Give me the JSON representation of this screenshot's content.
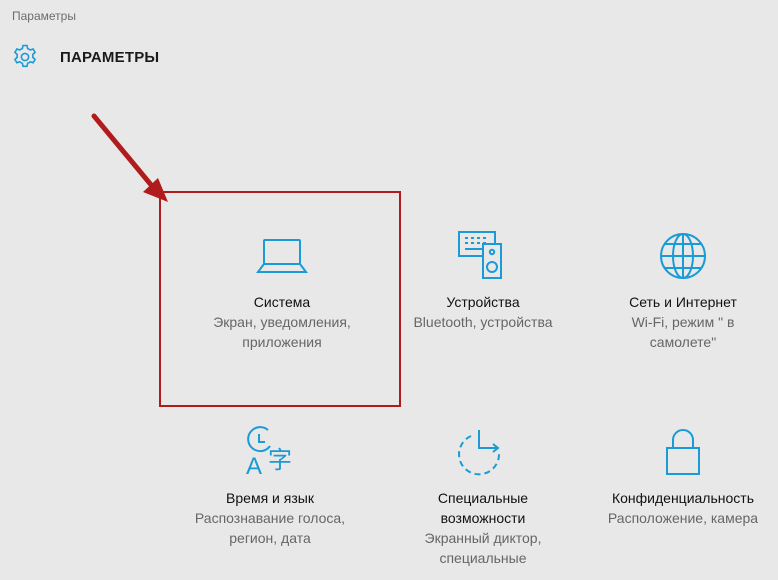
{
  "window": {
    "title": "Параметры"
  },
  "header": {
    "title": "ПАРАМЕТРЫ",
    "icon": "gear-icon"
  },
  "colors": {
    "accent": "#1a9bd6",
    "annotation": "#b01c1c",
    "background": "#e8e8e8"
  },
  "tiles": [
    {
      "name": "Система",
      "desc_line1": "Экран, уведомления,",
      "desc_line2": "приложения",
      "icon": "laptop-icon"
    },
    {
      "name": "Устройства",
      "desc_line1": "Bluetooth, устройства",
      "icon": "devices-icon"
    },
    {
      "name": "Сеть и Интернет",
      "desc_line1": "Wi-Fi, режим \" в",
      "desc_line2": "самолете\"",
      "icon": "globe-icon"
    },
    {
      "name": "Время и язык",
      "desc_line1": "Распознавание голоса,",
      "desc_line2": "регион, дата",
      "icon": "time-language-icon",
      "icon_glyph_a": "A",
      "icon_glyph_zi": "字"
    },
    {
      "name_line1": "Специальные",
      "name_line2": "возможности",
      "desc_line1": "Экранный диктор,",
      "desc_line2": "специальные",
      "icon": "ease-of-access-icon"
    },
    {
      "name": "Конфиденциальность",
      "desc_line1": "Расположение, камера",
      "icon": "lock-icon"
    }
  ]
}
